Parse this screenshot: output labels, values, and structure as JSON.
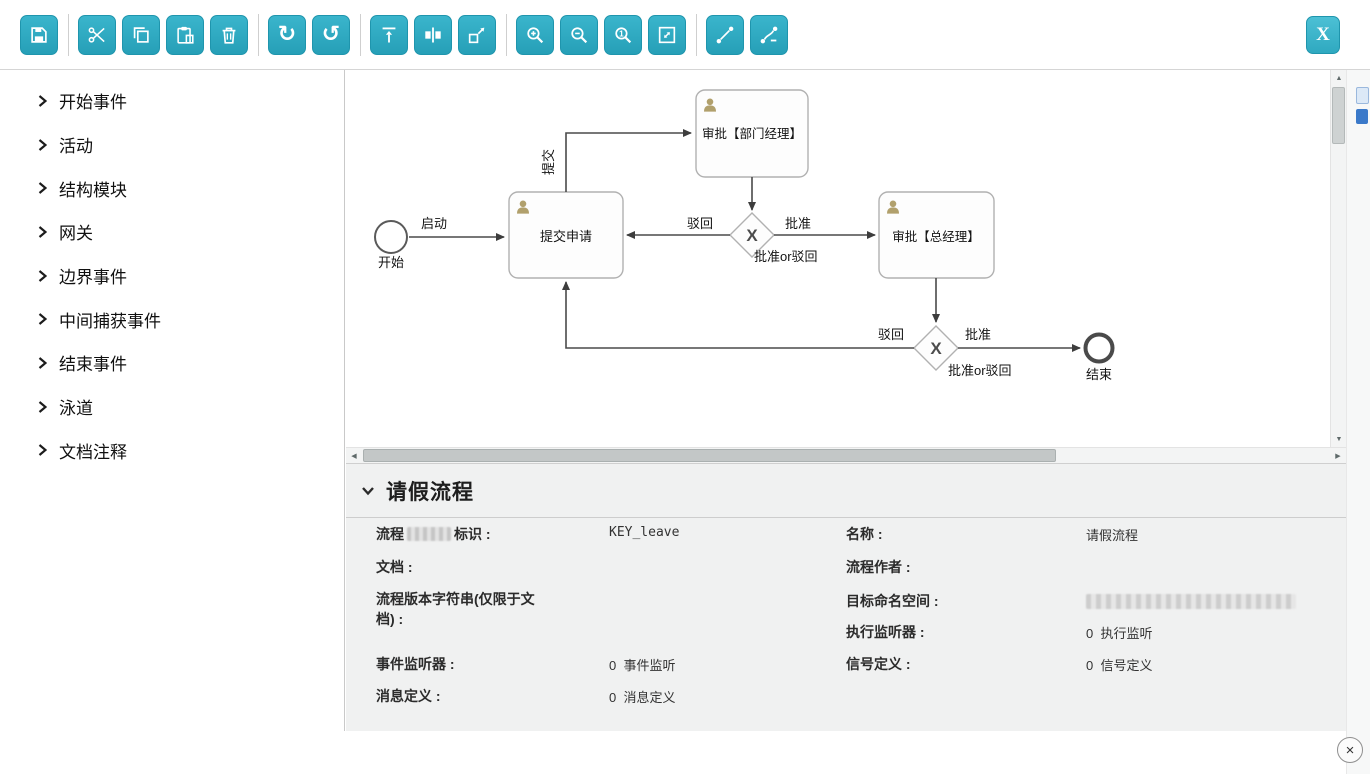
{
  "toolbar": {
    "icons": [
      "save",
      "cut",
      "copy",
      "paste",
      "delete",
      "redo",
      "undo",
      "align-top",
      "align-center",
      "same-size",
      "zoom-in",
      "zoom-out",
      "zoom-actual",
      "fit-canvas",
      "connection-new",
      "connection-remove"
    ],
    "redo_glyph": "↻",
    "undo_glyph": "↺",
    "zoom_actual_glyph": "1",
    "close_label": "X"
  },
  "sidebar": {
    "items": [
      {
        "label": "开始事件"
      },
      {
        "label": "活动"
      },
      {
        "label": "结构模块"
      },
      {
        "label": "网关"
      },
      {
        "label": "边界事件"
      },
      {
        "label": "中间捕获事件"
      },
      {
        "label": "结束事件"
      },
      {
        "label": "泳道"
      },
      {
        "label": "文档注释"
      }
    ]
  },
  "diagram": {
    "start_label": "开始",
    "end_label": "结束",
    "gateway_mark": "X",
    "tasks": {
      "submit": "提交申请",
      "dept_manager": "审批【部门经理】",
      "general_manager": "审批【总经理】"
    },
    "gateway_labels": {
      "gw1": "批准or驳回",
      "gw2": "批准or驳回"
    },
    "flow_labels": {
      "start": "启动",
      "submit": "提交",
      "reject1": "驳回",
      "approve1": "批准",
      "reject2": "驳回",
      "approve2": "批准"
    }
  },
  "properties": {
    "title": "请假流程",
    "left": [
      {
        "label_pre": "流程",
        "label_post": "标识 :",
        "value": "KEY_leave"
      },
      {
        "label": "文档 :",
        "value": ""
      },
      {
        "label": "流程版本字符串(仅限于文档) :",
        "value": ""
      },
      {
        "label": "事件监听器 :",
        "value": "0  事件监听"
      },
      {
        "label": "消息定义 :",
        "value": "0  消息定义"
      }
    ],
    "right": [
      {
        "label": "名称 :",
        "value": "请假流程"
      },
      {
        "label": "流程作者 :",
        "value": ""
      },
      {
        "label": "目标命名空间 :",
        "value": ""
      },
      {
        "label": "执行监听器 :",
        "value": "0  执行监听"
      },
      {
        "label": "信号定义 :",
        "value": "0  信号定义"
      }
    ]
  },
  "scrollbars": {
    "up": "▲",
    "down": "▼",
    "left": "◀",
    "right": "▶"
  },
  "page_close": "×"
}
